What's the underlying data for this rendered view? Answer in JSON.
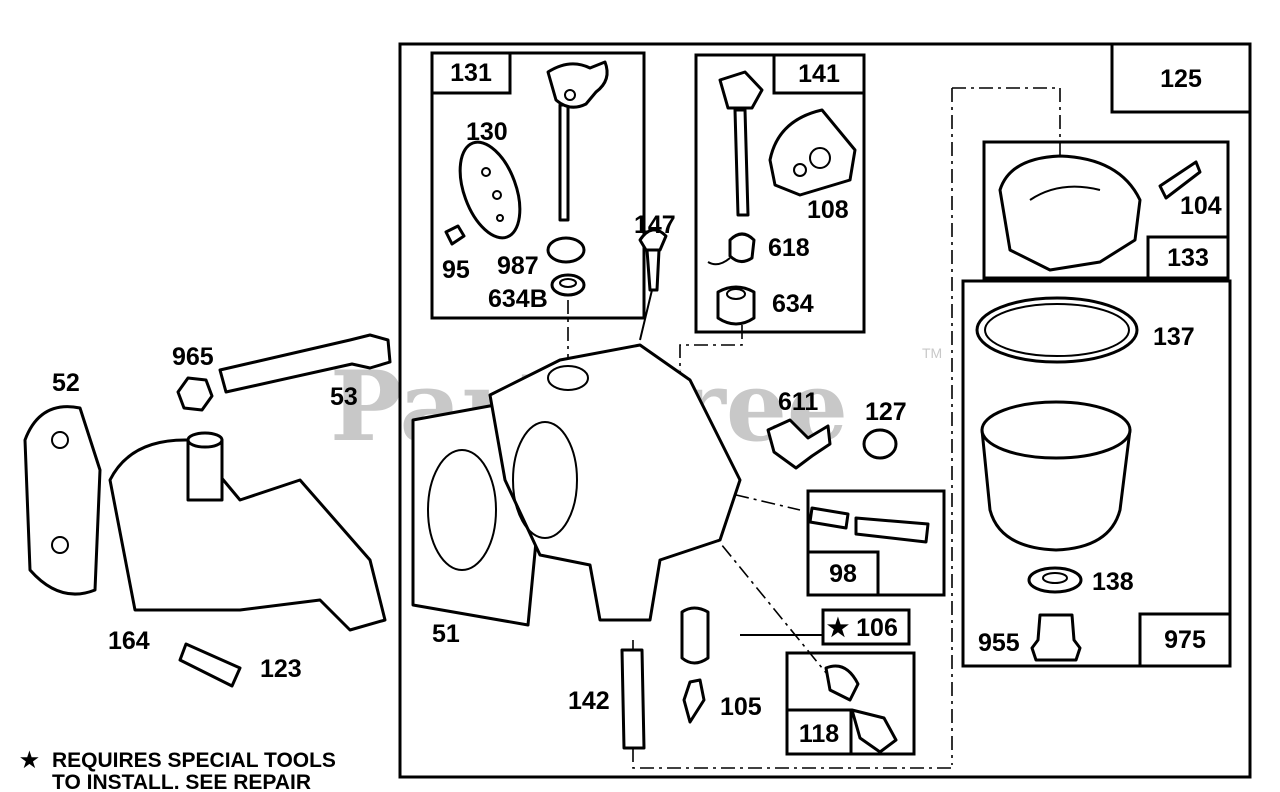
{
  "watermark": {
    "text": "PartsTree",
    "trademark": "TM"
  },
  "callouts": {
    "c131": "131",
    "c141": "141",
    "c125": "125",
    "c133": "133",
    "c975": "975",
    "c98": "98",
    "c106": "106",
    "c118": "118"
  },
  "labels": {
    "l130": "130",
    "l95": "95",
    "l987": "987",
    "l634b": "634B",
    "l147": "147",
    "l618": "618",
    "l108": "108",
    "l634": "634",
    "l104": "104",
    "l137": "137",
    "l138": "138",
    "l955": "955",
    "l965": "965",
    "l52": "52",
    "l53": "53",
    "l611": "611",
    "l127": "127",
    "l164": "164",
    "l123": "123",
    "l51": "51",
    "l142": "142",
    "l105": "105"
  },
  "footnote": {
    "star": "★",
    "line1": "REQUIRES SPECIAL TOOLS",
    "line2": "TO INSTALL.  SEE REPAIR"
  }
}
